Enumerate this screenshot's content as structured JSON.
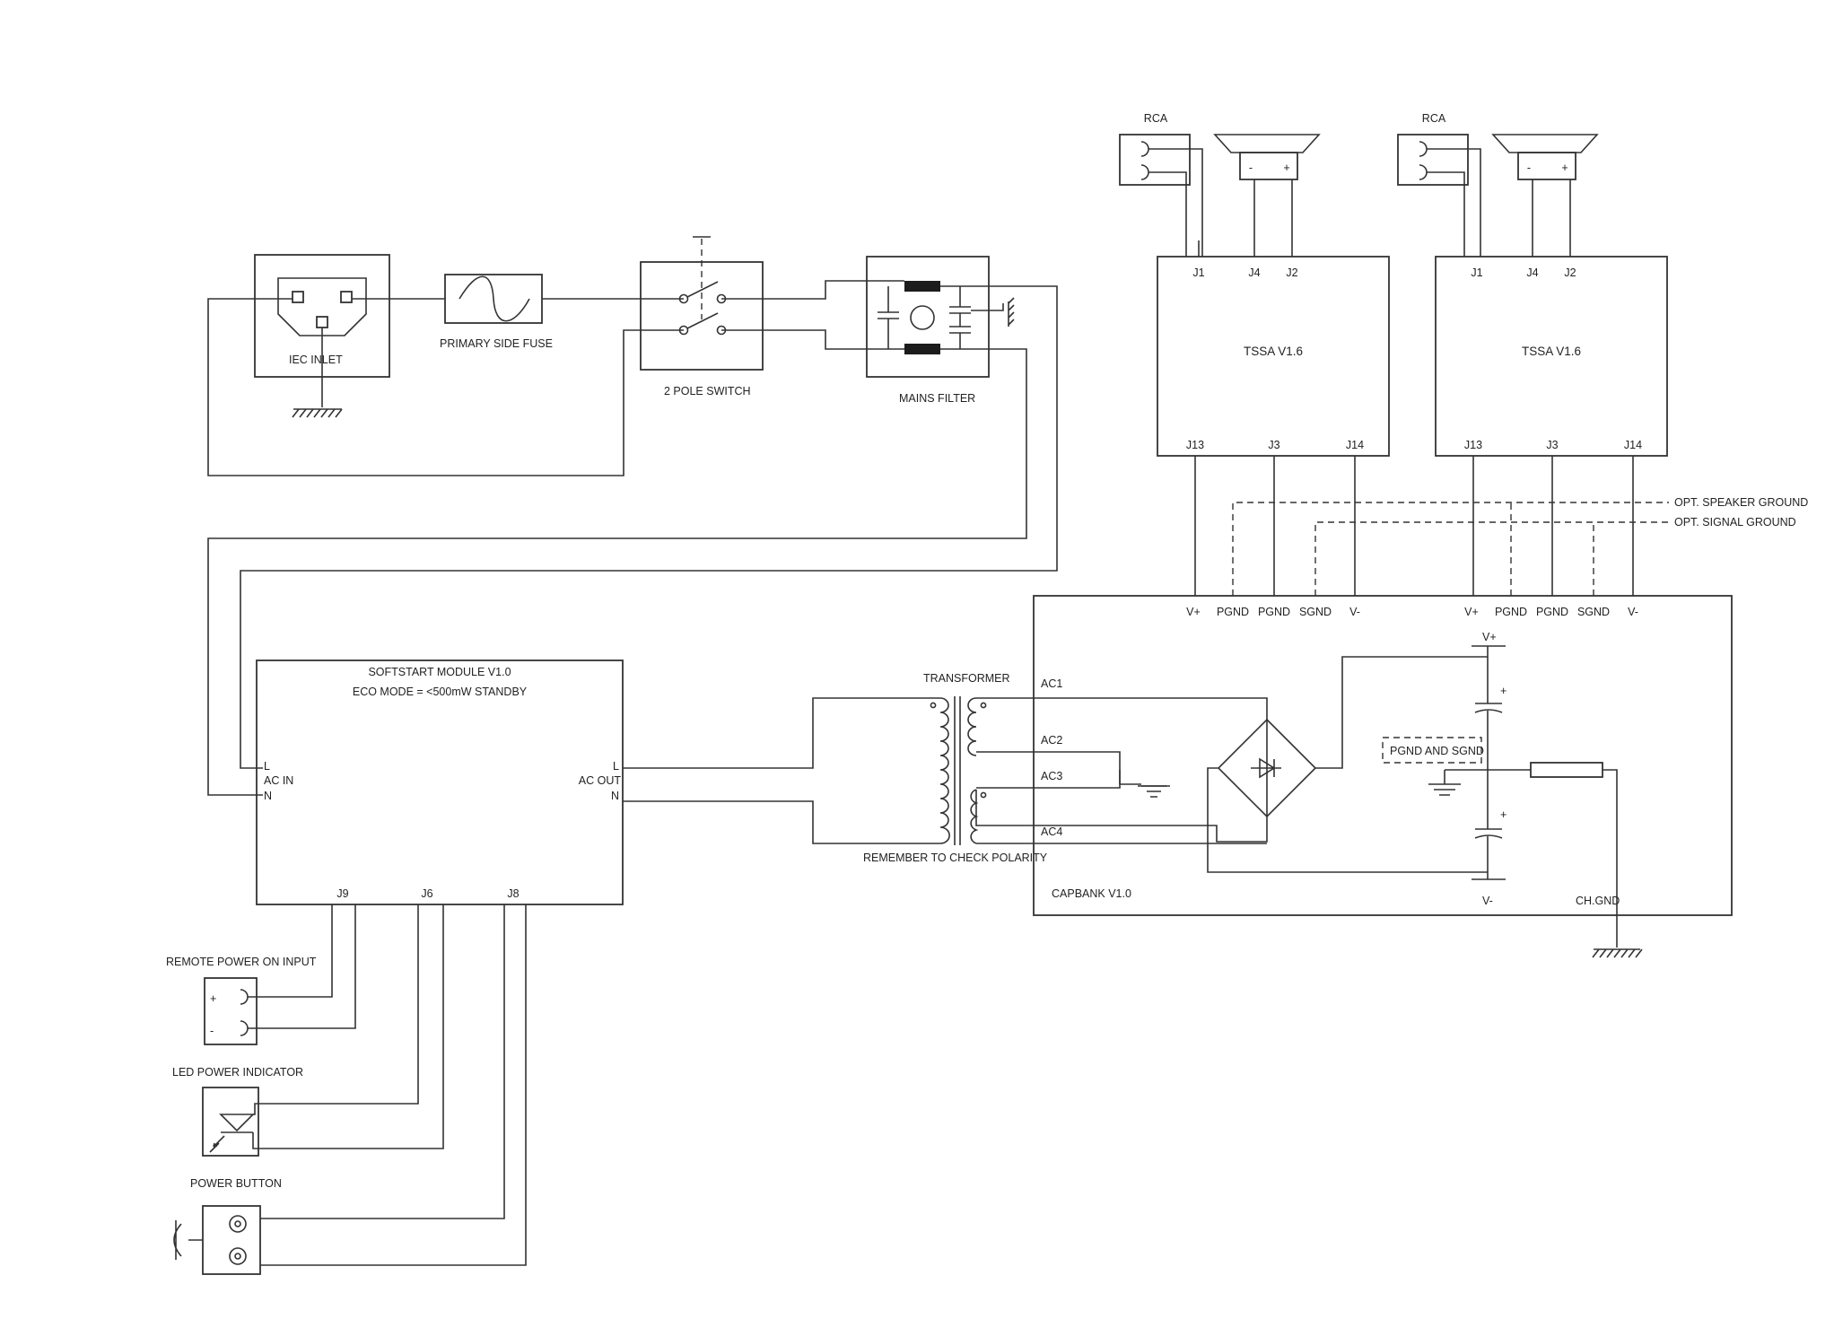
{
  "colors": {
    "line": "#333333",
    "text": "#222222",
    "background": "#ffffff"
  },
  "labels": {
    "iec_inlet": "IEC INLET",
    "primary_fuse": "PRIMARY SIDE FUSE",
    "two_pole_switch": "2 POLE SWITCH",
    "mains_filter": "MAINS FILTER",
    "rca": "RCA",
    "speaker_minus": "-",
    "speaker_plus": "+",
    "opt_speaker_ground": "OPT. SPEAKER GROUND",
    "opt_signal_ground": "OPT. SIGNAL GROUND",
    "transformer": "TRANSFORMER",
    "polarity_note": "REMEMBER TO CHECK POLARITY",
    "remote_power_on": "REMOTE POWER ON INPUT",
    "remote_plus": "+",
    "remote_minus": "-",
    "led_indicator": "LED POWER INDICATOR",
    "power_button": "POWER BUTTON"
  },
  "amplifiers": [
    {
      "title": "TSSA V1.6",
      "top_pins": [
        "J1",
        "J4",
        "J2"
      ],
      "bottom_pins": [
        "J13",
        "J3",
        "J14"
      ]
    },
    {
      "title": "TSSA V1.6",
      "top_pins": [
        "J1",
        "J4",
        "J2"
      ],
      "bottom_pins": [
        "J13",
        "J3",
        "J14"
      ]
    }
  ],
  "softstart": {
    "title": "SOFTSTART MODULE V1.0",
    "subtitle": "ECO MODE = <500mW STANDBY",
    "in_l": "L",
    "in_label": "AC IN",
    "in_n": "N",
    "out_l": "L",
    "out_label": "AC OUT",
    "out_n": "N",
    "pins": [
      "J9",
      "J6",
      "J8"
    ]
  },
  "capbank": {
    "title": "CAPBANK V1.0",
    "top_pins": [
      "V+",
      "PGND",
      "PGND",
      "SGND",
      "V-",
      "V+",
      "PGND",
      "PGND",
      "SGND",
      "V-"
    ],
    "ac_pins": [
      "AC1",
      "AC2",
      "AC3",
      "AC4"
    ],
    "rail_plus": "V+",
    "rail_minus": "V-",
    "cap_plus_1": "+",
    "cap_plus_2": "+",
    "pgnd_sgnd": "PGND AND SGND",
    "chassis": "CH.GND"
  }
}
